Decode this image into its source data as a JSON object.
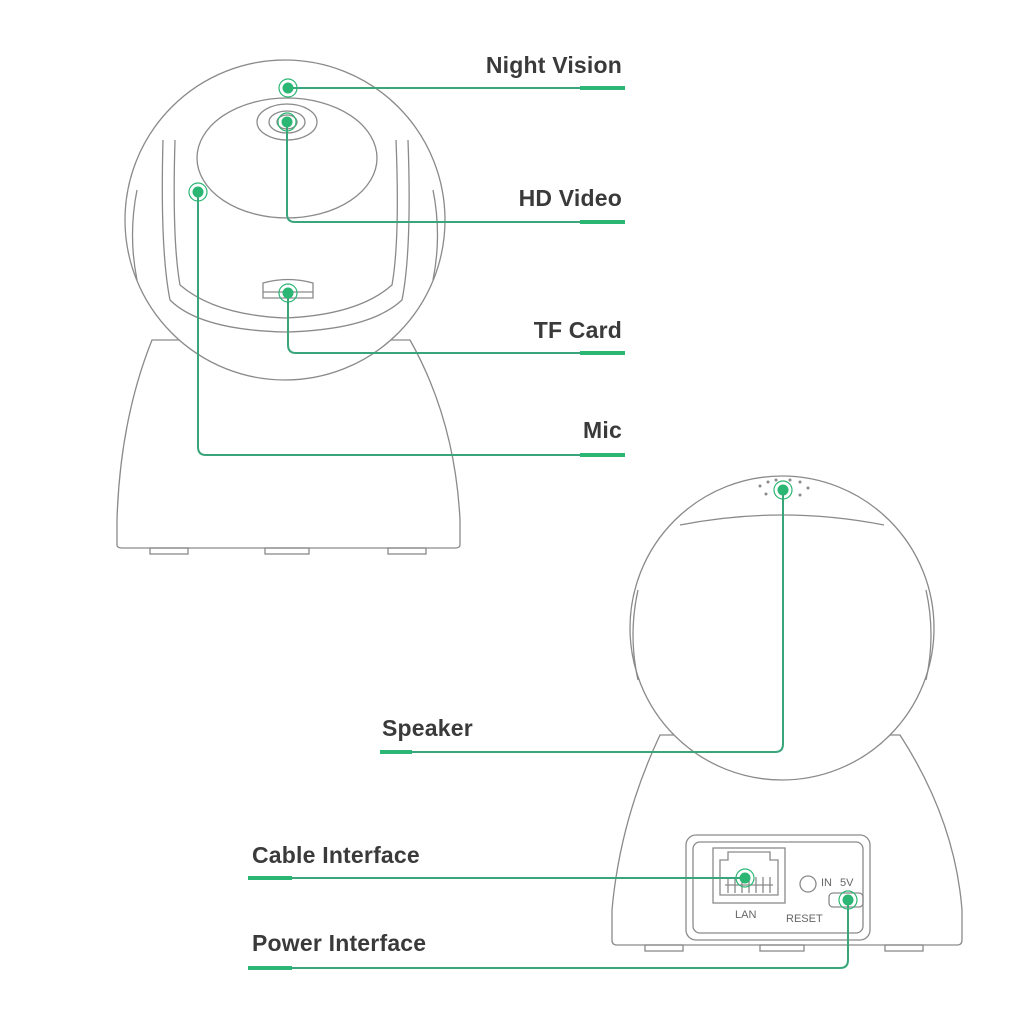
{
  "colors": {
    "accent": "#2bb673",
    "line": "#3aa57a",
    "outline": "#8a8a8a",
    "text": "#3a3a3a"
  },
  "front_view": {
    "labels": [
      "Night Vision",
      "HD Video",
      "TF Card",
      "Mic"
    ]
  },
  "back_view": {
    "labels": [
      "Speaker",
      "Cable Interface",
      "Power Interface"
    ],
    "port_text": {
      "lan": "LAN",
      "reset": "RESET",
      "in": "IN",
      "five_v": "5V"
    }
  }
}
